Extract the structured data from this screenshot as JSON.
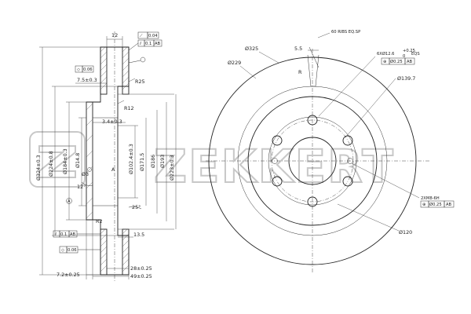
{
  "brand": {
    "watermark_text": "ZEKKERT"
  },
  "section_view": {
    "diameters": [
      "Ø324±0.3",
      "Ø224±0.8",
      "Ø184±0.3",
      "Ø14.8",
      "Ø102.4±0.3",
      "Ø171.5",
      "Ø186",
      "Ø193",
      "Ø223±0.3"
    ],
    "dims": {
      "top_width": "12",
      "offset": "7.5±0.3",
      "radius_r25": "R25",
      "radius_r12": "R12",
      "hat_thk": "3.4±0.3",
      "angle_12": "12°",
      "angle_25": "25°",
      "r2": "R2",
      "width_13_5": "13.5",
      "width_28": "28±0.25",
      "width_49": "49±0.25",
      "left_7_2": "7.2±0.25",
      "a_label": "A",
      "hole_d": "Ø3"
    },
    "tolerances": {
      "top_runout": "0.04",
      "top_frame1": "0.1",
      "top_frame1_ref": "AB",
      "top_flat": "0.06",
      "bottom_frame1": "0.1",
      "bottom_frame1_ref": "AB",
      "bottom_flat": "0.06"
    }
  },
  "front_view": {
    "labels": {
      "d325": "Ø325",
      "d229": "Ø229",
      "d5_5": "5.5",
      "ribs": "60 RIBS EQ.SP",
      "holes": "6XØ12.6",
      "holes_tol_top": "+0.25",
      "holes_tol_bottom": "0",
      "holes_eqs": "EQS",
      "pos_tol": "Ø0.25",
      "pos_ref": "AB",
      "d139_7": "Ø139.7",
      "r_label": "R",
      "thread": "2XM8-6H",
      "thread_pos_tol": "Ø0.25",
      "thread_ref": "AB",
      "d120": "Ø120"
    }
  }
}
